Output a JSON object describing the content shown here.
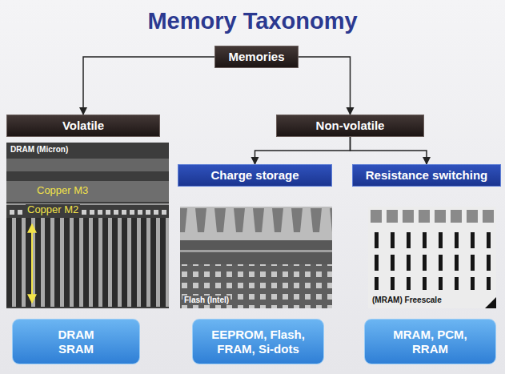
{
  "diagram": {
    "title": "Memory Taxonomy",
    "nodes": [
      {
        "text": [
          "Memories"
        ]
      },
      {
        "text": [
          "Volatile"
        ]
      },
      {
        "text": [
          "Non-volatile"
        ]
      },
      {
        "text": [
          "Charge storage"
        ]
      },
      {
        "text": [
          "Resistance switching"
        ]
      },
      {
        "text": [
          "DRAM SRAM"
        ]
      },
      {
        "text": [
          "EEPROM, Flash, FRAM, Si-dots"
        ]
      },
      {
        "text": [
          "MRAM, PCM, RRAM"
        ]
      }
    ],
    "edges": [
      {
        "from": 0,
        "to": 1,
        "arrow": "to"
      },
      {
        "from": 0,
        "to": 2,
        "arrow": "to"
      },
      {
        "from": 2,
        "to": 3,
        "arrow": "to"
      },
      {
        "from": 2,
        "to": 4,
        "arrow": "to"
      }
    ],
    "labels": [
      "DRAM (Micron)",
      "Copper M3",
      "Copper M2",
      "Flash (Intel)",
      "(MRAM) Freescale"
    ]
  }
}
